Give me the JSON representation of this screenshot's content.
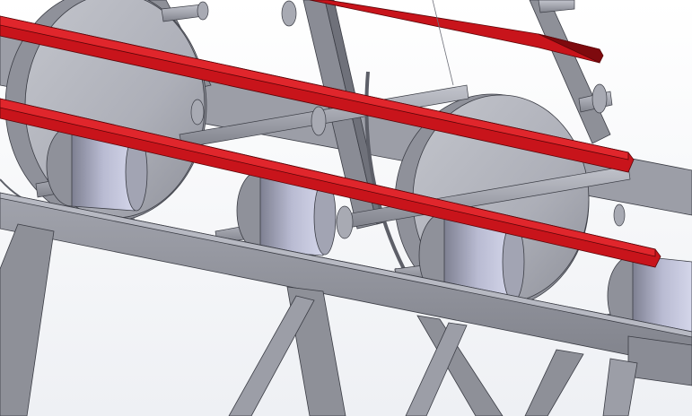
{
  "scene": {
    "background_top": "#ffffff",
    "background_bottom": "#eef0f4",
    "frame_color": "#8e9098",
    "frame_shadow": "#6f717a",
    "frame_highlight": "#b7b9c2",
    "pulley_face": "#b8bac2",
    "pulley_rim": "#9a9ca6",
    "pulley_shadow": "#7d7f89",
    "shaft_color": "#a6a8b2",
    "bracket_light": "#c9cbe0",
    "bracket_dark": "#7e8091",
    "bar_color": "#c8141b",
    "bar_top": "#e0262c",
    "bar_shadow": "#7e0a0e",
    "edge_color": "#3b3d45",
    "icons": [
      "pulley",
      "shaft",
      "frame-beam",
      "red-bar",
      "belt"
    ]
  }
}
